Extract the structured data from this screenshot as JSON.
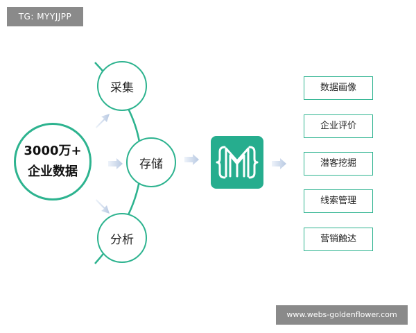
{
  "watermark_top": "TG: MYYJJPP",
  "source": {
    "line1": "3000万+",
    "line2": "企业数据"
  },
  "stages": [
    "采集",
    "存储",
    "分析"
  ],
  "outputs": [
    "数据画像",
    "企业评价",
    "潜客挖掘",
    "线索管理",
    "营销触达"
  ],
  "watermark_bottom": "www.webs-goldenflower.com",
  "colors": {
    "accent": "#2db38f",
    "arrow": "#c5d3e6"
  }
}
